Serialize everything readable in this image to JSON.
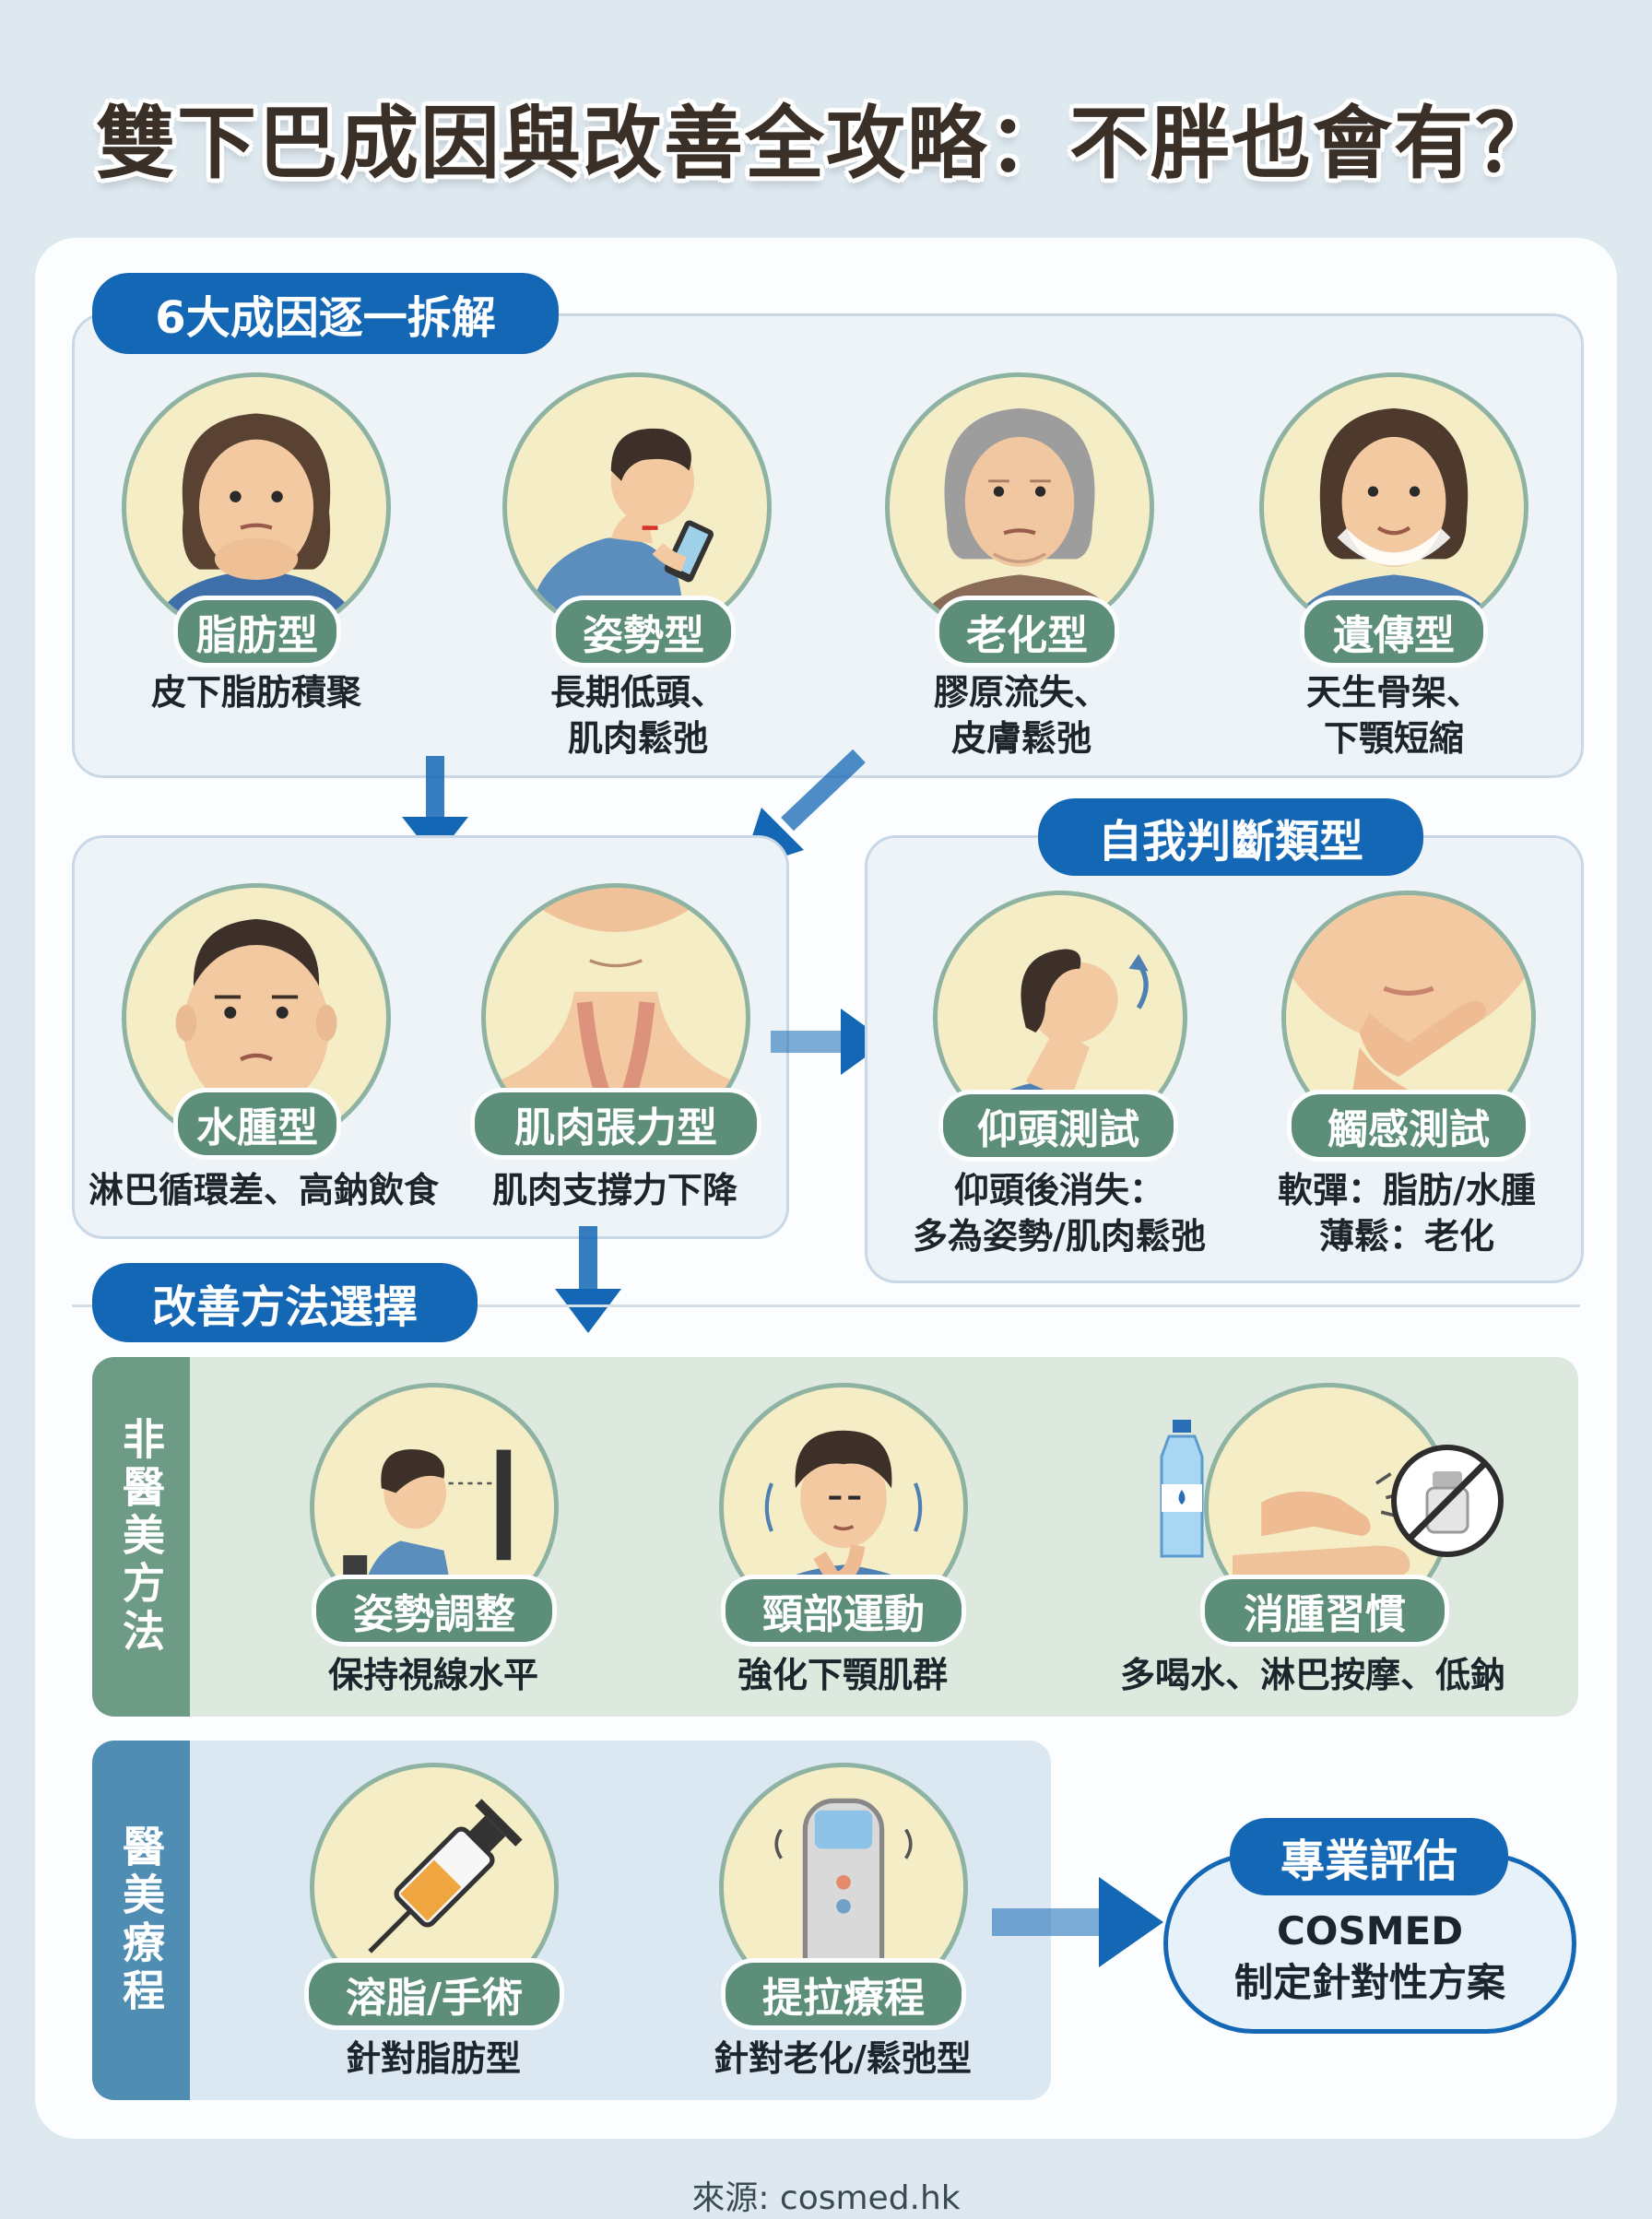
{
  "title": "雙下巴成因與改善全攻略：不胖也會有？",
  "causes": {
    "heading": "6大成因逐一拆解",
    "items": [
      {
        "name": "脂肪型",
        "desc": [
          "皮下脂肪積聚"
        ]
      },
      {
        "name": "姿勢型",
        "desc": [
          "長期低頭、",
          "肌肉鬆弛"
        ]
      },
      {
        "name": "老化型",
        "desc": [
          "膠原流失、",
          "皮膚鬆弛"
        ]
      },
      {
        "name": "遺傳型",
        "desc": [
          "天生骨架、",
          "下顎短縮"
        ]
      },
      {
        "name": "水腫型",
        "desc": [
          "淋巴循環差、高鈉飲食"
        ]
      },
      {
        "name": "肌肉張力型",
        "desc": [
          "肌肉支撐力下降"
        ]
      }
    ]
  },
  "self_check": {
    "heading": "自我判斷類型",
    "tests": [
      {
        "name": "仰頭測試",
        "desc": [
          "仰頭後消失：",
          "多為姿勢/肌肉鬆弛"
        ]
      },
      {
        "name": "觸感測試",
        "desc": [
          "軟彈：脂肪/水腫",
          "薄鬆：老化"
        ]
      }
    ]
  },
  "improve": {
    "heading": "改善方法選擇",
    "non_medical": {
      "label": "非醫美方法",
      "items": [
        {
          "name": "姿勢調整",
          "desc": "保持視線水平"
        },
        {
          "name": "頸部運動",
          "desc": "強化下顎肌群"
        },
        {
          "name": "消腫習慣",
          "desc": "多喝水、淋巴按摩、低鈉"
        }
      ]
    },
    "medical": {
      "label": "醫美療程",
      "items": [
        {
          "name": "溶脂/手術",
          "desc": "針對脂肪型"
        },
        {
          "name": "提拉療程",
          "desc": "針對老化/鬆弛型"
        }
      ]
    },
    "assessment": {
      "title": "專業評估",
      "line1": "COSMED",
      "line2": "制定針對性方案"
    }
  },
  "source": "來源: cosmed.hk",
  "colors": {
    "accent_blue": "#1467b5",
    "tag_green": "#5d8e79",
    "circle_fill": "#f5edc6",
    "non_medical_bg": "#dde9df",
    "medical_bg": "#dbe8f2"
  }
}
